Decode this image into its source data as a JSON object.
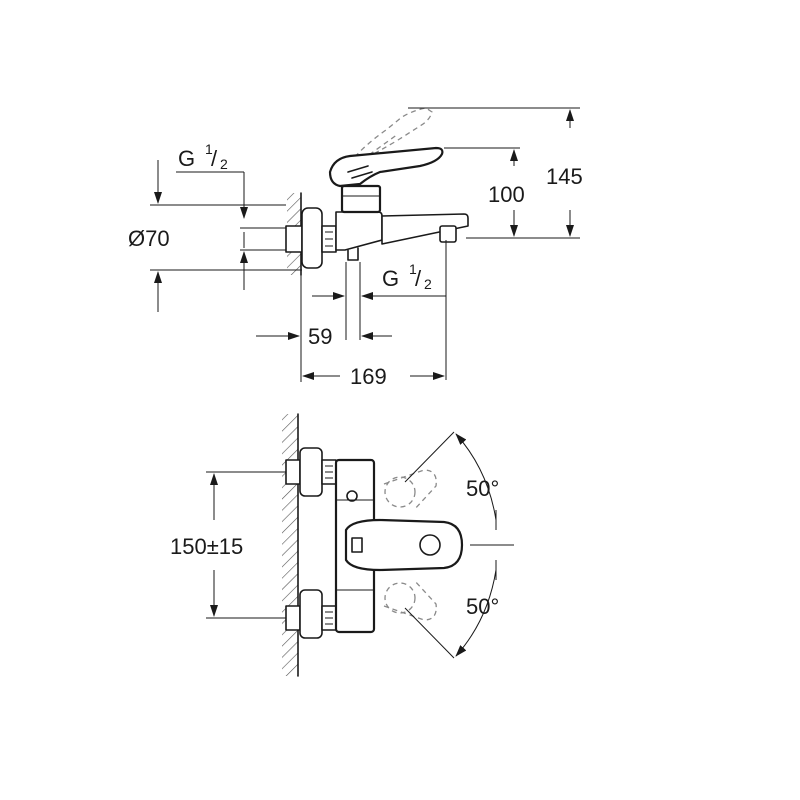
{
  "side_view": {
    "g_thread_left": {
      "base": "G",
      "num": "1",
      "den": "2"
    },
    "diameter": "Ø70",
    "height_145": "145",
    "height_100": "100",
    "g_thread_right": {
      "base": "G",
      "num": "1",
      "den": "2"
    },
    "offset_59": "59",
    "depth_169": "169"
  },
  "top_view": {
    "spacing": "150±15",
    "angle_up": "50°",
    "angle_down": "50°"
  },
  "colors": {
    "line": "#1a1a1a",
    "ghost": "#8a8a8a",
    "hatch": "#555555"
  }
}
